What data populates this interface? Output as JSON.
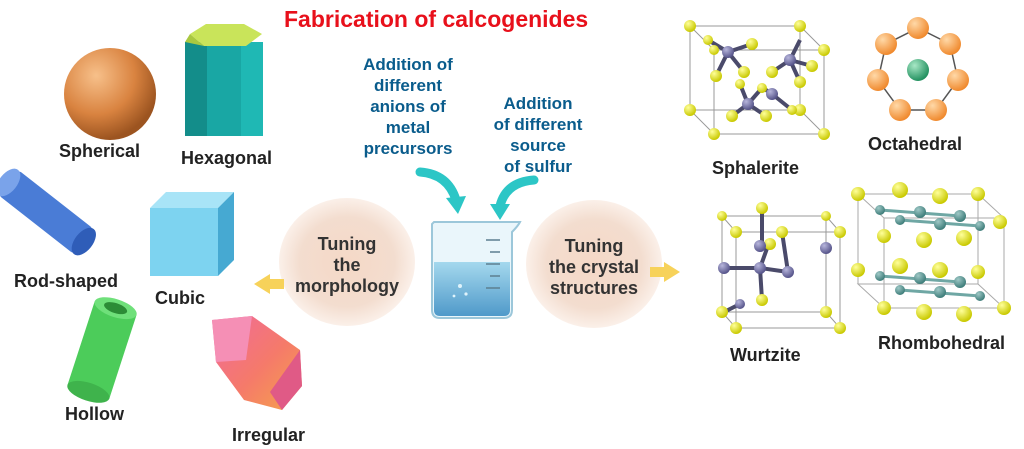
{
  "title": "Fabrication of calcogenides",
  "center": {
    "anions_text": [
      "Addition of",
      "different",
      "anions of",
      "metal",
      "precursors"
    ],
    "sulfur_text": [
      "Addition",
      "of different",
      "source",
      "of sulfur"
    ],
    "morphology_text": [
      "Tuning",
      "the",
      "morphology"
    ],
    "crystal_text": [
      "Tuning",
      "the crystal",
      "structures"
    ]
  },
  "morphologies": {
    "spherical": "Spherical",
    "hexagonal": "Hexagonal",
    "rod_shaped": "Rod-shaped",
    "cubic": "Cubic",
    "hollow": "Hollow",
    "irregular": "Irregular"
  },
  "structures": {
    "sphalerite": "Sphalerite",
    "octahedral": "Octahedral",
    "wurtzite": "Wurtzite",
    "rhombohedral": "Rhombohedral"
  },
  "colors": {
    "title": "#e8101b",
    "blue_text": "#0a5c8c",
    "arrow_teal": "#2cc6c6",
    "arrow_yellow": "#f7d25a",
    "sulfur_atom": "#e6e61a",
    "metal_atom": "#7a78a8"
  }
}
